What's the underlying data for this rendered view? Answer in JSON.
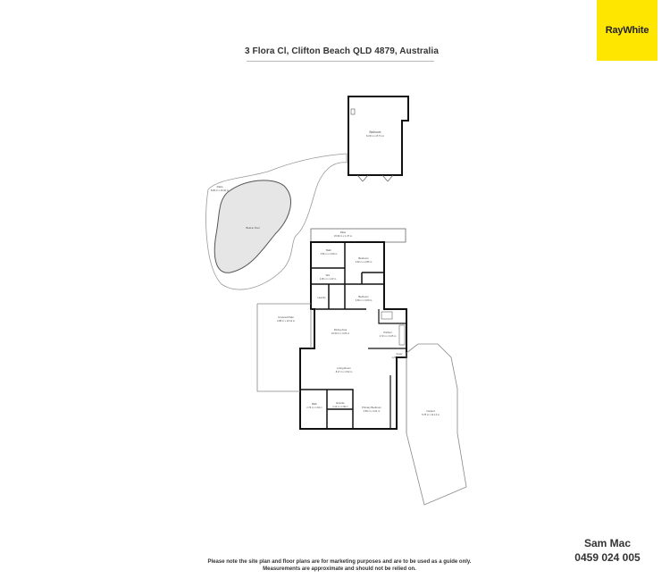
{
  "header": {
    "address": "3 Flora Cl, Clifton Beach QLD 4879, Australia",
    "brand_logo": "RayWhite",
    "brand_color": "#ffe600"
  },
  "plan": {
    "rooms": {
      "bedroom_outbuilding": {
        "name": "Bedroom",
        "dims": "6.29 m x 8.71 m"
      },
      "patio_pool": {
        "name": "Patio",
        "dims": "8.90 m x 10.10 m"
      },
      "pool": {
        "name": "Built-in Pool"
      },
      "patio_north": {
        "name": "Patio",
        "dims": "15.90 m x 1.37 m"
      },
      "bath": {
        "name": "Bath",
        "dims": "2.81 m x 2.09 m"
      },
      "bedroom_1": {
        "name": "Bedroom",
        "dims": "3.62 m x 2.85 m"
      },
      "wic": {
        "name": "Wic",
        "dims": "2.06 m x 1.43 m"
      },
      "laundry": {
        "name": "Laundry"
      },
      "bedroom_2": {
        "name": "Bedroom",
        "dims": "3.66 m x 3.09 m"
      },
      "covered_patio": {
        "name": "Covered Patio",
        "dims": "4.98 m x 12.14 m"
      },
      "dining_area": {
        "name": "Dining Area",
        "dims": "10.00 m x 3.23 m"
      },
      "kitchen": {
        "name": "Kitchen",
        "dims": "2.72 m x 3.25 m"
      },
      "foyer": {
        "name": "Foyer",
        "dims": "1.25 m x 1.44 m"
      },
      "living_room": {
        "name": "Living Room",
        "dims": "8.17 m x 3.52 m"
      },
      "carport": {
        "name": "Carport",
        "dims": "5.78 m x 11.14 m"
      },
      "bath_2": {
        "name": "Bath",
        "dims": "2.76 m x 1.92 m"
      },
      "ensuite": {
        "name": "Ensuite",
        "dims": "2.14 m x 1.96 m"
      },
      "primary_bedroom": {
        "name": "Primary Bedroom",
        "dims": "4.83 m x 4.21 m"
      }
    }
  },
  "footer": {
    "disclaimer_line1": "Please note the site plan and floor plans are for marketing purposes and are to be used as a guide only.",
    "disclaimer_line2": "Measurements are approximate and should not be relied on.",
    "agent_name": "Sam Mac",
    "agent_phone": "0459 024 005"
  }
}
